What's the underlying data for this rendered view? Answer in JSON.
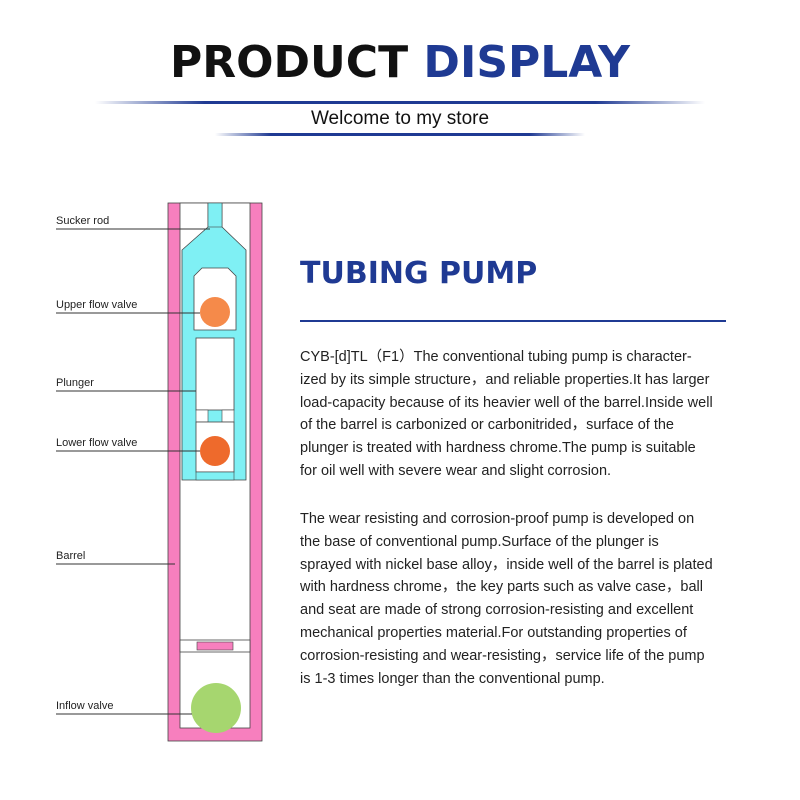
{
  "header": {
    "title_word1": "PRODUCT",
    "title_word2": "DISPLAY",
    "subtitle": "Welcome to my store"
  },
  "diagram": {
    "labels": {
      "sucker_rod": "Sucker rod",
      "upper_flow_valve": "Upper flow valve",
      "plunger": "Plunger",
      "lower_flow_valve": "Lower flow valve",
      "barrel": "Barrel",
      "inflow_valve": "Inflow valve"
    },
    "colors": {
      "barrel": "#f77fbe",
      "plunger": "#7ff0f4",
      "upper_valve_ball": "#f58a4a",
      "lower_valve_ball": "#ee6a2c",
      "inflow_valve_ball": "#a6d66f",
      "outline": "#444444"
    }
  },
  "product": {
    "title": "TUBING PUMP",
    "paragraph1": "CYB-[d]TL（F1）The conventional tubing pump is character-\nized by its simple structure，and reliable properties.It has larger\nload-capacity because of its heavier well of the barrel.Inside well\nof the barrel is carbonized or carbonitrided，surface of the\nplunger is treated with hardness chrome.The pump is suitable\nfor oil well with severe wear and slight corrosion.",
    "paragraph2": "The wear resisting and corrosion-proof pump is developed on\nthe base of conventional pump.Surface of the plunger is\nsprayed with nickel base alloy，inside well of the barrel is plated\nwith hardness chrome，the key parts such as valve case，ball\nand seat are made of strong corrosion-resisting and excellent\nmechanical properties material.For outstanding properties of\ncorrosion-resisting and wear-resisting，service life of the pump\nis 1-3 times longer than the conventional pump."
  },
  "accent_color": "#1f3a93"
}
